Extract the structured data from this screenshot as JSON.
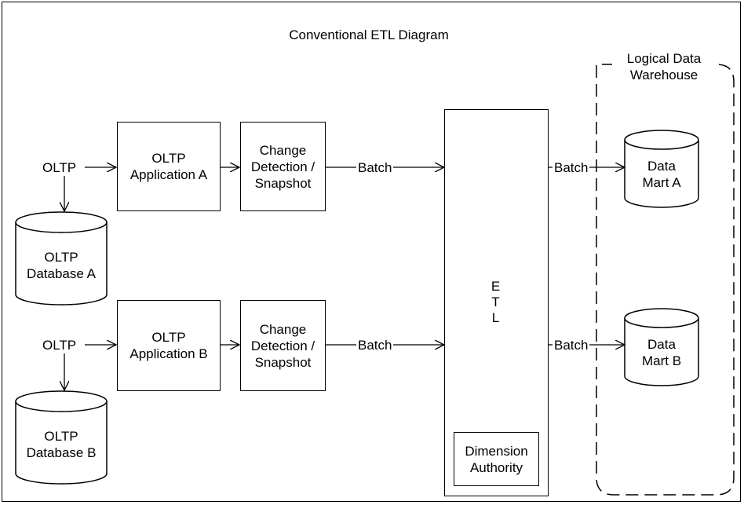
{
  "title": "Conventional ETL Diagram",
  "sources": {
    "oltp_a": "OLTP",
    "oltp_b": "OLTP"
  },
  "applications": {
    "a": "OLTP\nApplication A",
    "b": "OLTP\nApplication B"
  },
  "change_detection": {
    "a": "Change\nDetection /\nSnapshot",
    "b": "Change\nDetection /\nSnapshot"
  },
  "batch": {
    "a_in": "Batch",
    "b_in": "Batch",
    "a_out": "Batch",
    "b_out": "Batch"
  },
  "databases": {
    "a": "OLTP\nDatabase A",
    "b": "OLTP\nDatabase B"
  },
  "etl": {
    "label": "E\nT\nL",
    "dimension_authority": "Dimension\nAuthority"
  },
  "warehouse": {
    "label": "Logical Data\nWarehouse"
  },
  "data_marts": {
    "a": "Data\nMart A",
    "b": "Data\nMart B"
  }
}
